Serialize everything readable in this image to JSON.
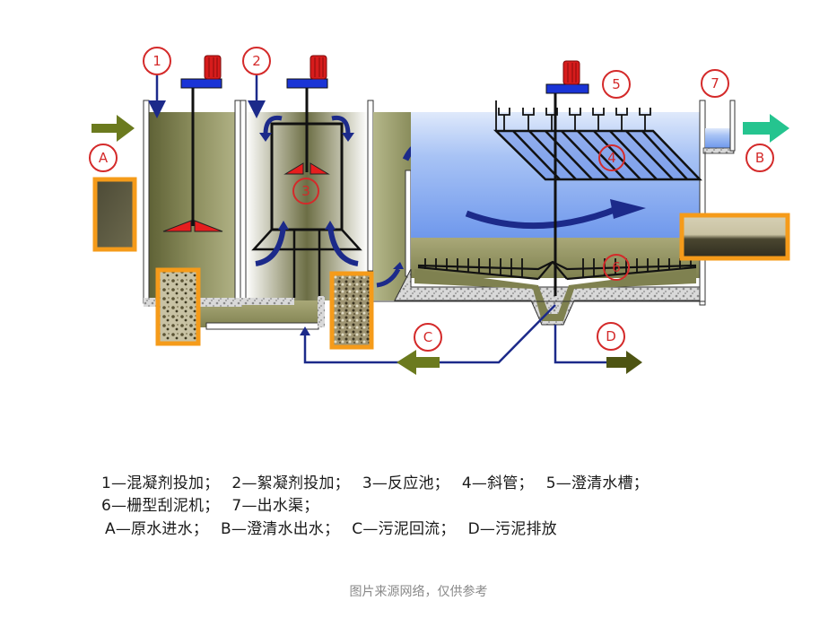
{
  "diagram": {
    "title": "High-density clarifier process schematic",
    "markers": {
      "m1": "1",
      "m2": "2",
      "m3": "3",
      "m4": "4",
      "m5": "5",
      "m6": "6",
      "m7": "7",
      "mA": "A",
      "mB": "B",
      "mC": "C",
      "mD": "D"
    },
    "colors": {
      "marker_ring": "#d42a2a",
      "sludge_water": "#8e9060",
      "clear_water": "#7fa8f0",
      "flow_arrow": "#1c2a8a",
      "inlet_arrow": "#6b7a1e",
      "outlet_arrow": "#25c48f",
      "photo_frame": "#f59b1a",
      "motor": "#d71c1c",
      "motor_base": "#1a34d6"
    }
  },
  "legend": {
    "row1": [
      "1—混凝剂投加；",
      "2—絮凝剂投加；",
      "3—反应池；",
      "4—斜管；",
      "5—澄清水槽；"
    ],
    "row2": [
      "6—栅型刮泥机；",
      "7—出水渠；"
    ],
    "row3": [
      "A—原水进水；",
      "B—澄清水出水；",
      "C—污泥回流；",
      "D—污泥排放"
    ]
  },
  "caption": "图片来源网络，仅供参考"
}
